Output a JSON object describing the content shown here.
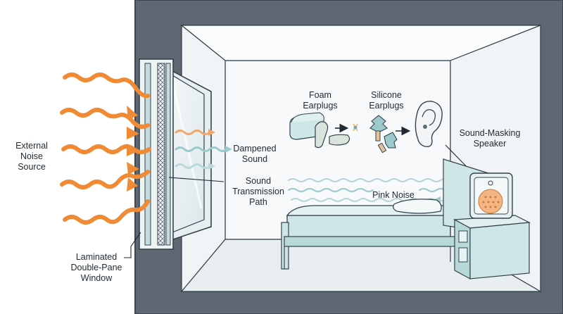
{
  "labels": {
    "external_noise": [
      "External",
      "Noise",
      "Source"
    ],
    "dampened_sound": [
      "Dampened",
      "Sound"
    ],
    "sound_transmission": [
      "Sound",
      "Transmission",
      "Path"
    ],
    "laminated_window": [
      "Laminated",
      "Double-Pane",
      "Window"
    ],
    "foam_earplugs": [
      "Foam",
      "Earplugs"
    ],
    "silicone_earplugs": [
      "Silicone",
      "Earplugs"
    ],
    "sound_masking_speaker": [
      "Sound-Masking",
      "Speaker"
    ],
    "pink_noise": "Pink Noise"
  },
  "colors": {
    "wall": "#5f6872",
    "wall_dark": "#3e454d",
    "room_floor": "#e9eef1",
    "room_side": "#f1f4f6",
    "room_back": "#f7f9fa",
    "noise_orange": "#f08a34",
    "noise_light": "#f7b06f",
    "teal": "#9cc9cc",
    "teal_dark": "#4f7b80",
    "furniture": "#cfe6e6",
    "outline": "#33424b"
  },
  "icons": [
    "foam-earplug-icon",
    "earplug-case-icon",
    "silicone-earplug-icon",
    "ear-icon",
    "speaker-icon",
    "bed-icon",
    "nightstand-icon",
    "window-icon"
  ]
}
